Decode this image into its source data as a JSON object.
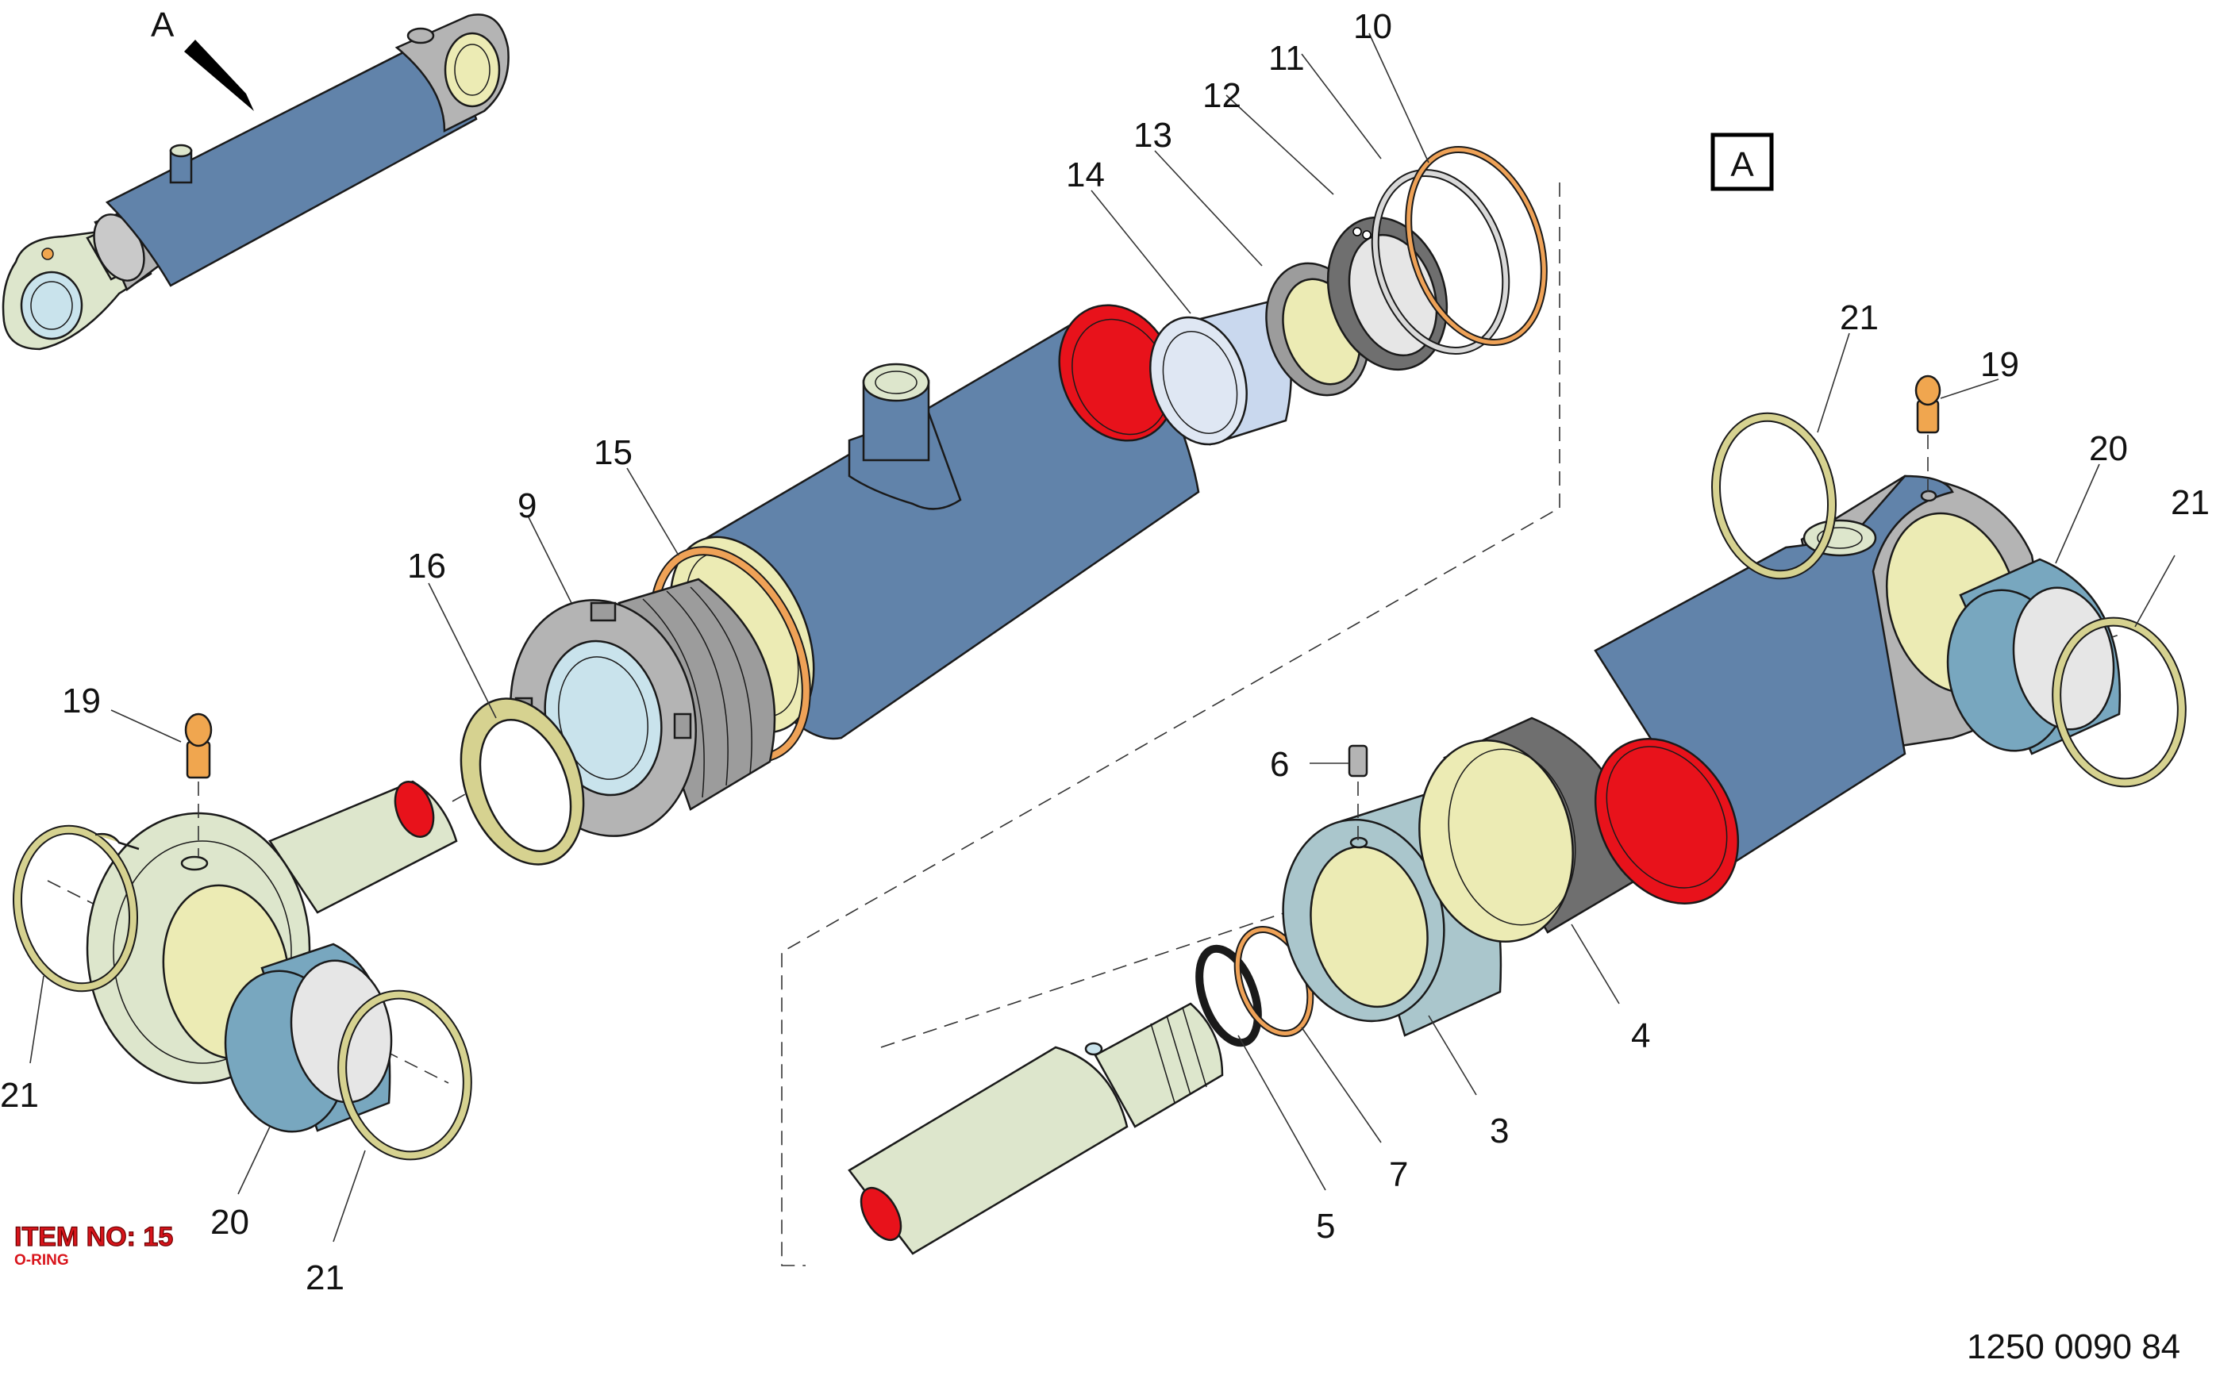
{
  "diagram": {
    "view_marker": "A",
    "view_box_label": "A",
    "part_numbers": {
      "p3": "3",
      "p4": "4",
      "p5": "5",
      "p6": "6",
      "p7": "7",
      "p9": "9",
      "p10": "10",
      "p11": "11",
      "p12": "12",
      "p13": "13",
      "p14": "14",
      "p15": "15",
      "p16": "16",
      "p19_left": "19",
      "p19_right": "19",
      "p20_left": "20",
      "p20_right": "20",
      "p21_a": "21",
      "p21_b": "21",
      "p21_c": "21",
      "p21_d": "21"
    },
    "highlight": {
      "title": "ITEM NO: 15",
      "subtitle": "O-RING",
      "color": "#d8141b"
    },
    "drawing_code": "1250 0090 84",
    "colors": {
      "barrel_blue": "#6183aa",
      "bearing_teal": "#78a7bf",
      "rod_pale": "#dde6cc",
      "bushing_yellow": "#ecebb4",
      "ring_khaki": "#d6d290",
      "oring_orange": "#efa257",
      "nut_grey": "#b4b4b4",
      "seal_dark": "#6f6f6f",
      "fitting_orange": "#f0a64f",
      "cut_red": "#e8121b"
    }
  }
}
